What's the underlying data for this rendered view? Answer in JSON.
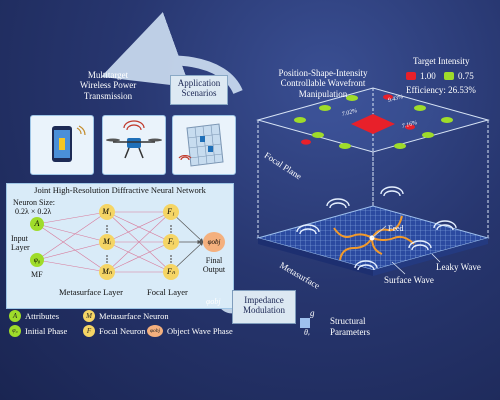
{
  "top_left": {
    "title_line1": "Multitarget",
    "title_line2": "Wireless Power",
    "title_line3": "Transmission"
  },
  "app": {
    "line1": "Application",
    "line2": "Scenarios"
  },
  "top_center": {
    "line1": "Position-Shape-Intensity",
    "line2": "Controllable Wavefront",
    "line3": "Manipulation"
  },
  "target": {
    "title": "Target Intensity",
    "val1": "1.00",
    "val2": "0.75",
    "efficiency": "Efficiency: 26.53%"
  },
  "focal": {
    "label": "Focal Plane",
    "pct1": "9.43%",
    "pct2": "7.02%",
    "pct3": "7.16%"
  },
  "dnn": {
    "title": "Joint High-Resolution Diffractive Neural Network",
    "neuron_size_1": "Neuron Size:",
    "neuron_size_2": "0.2λ × 0.2λ",
    "input_1": "Input",
    "input_2": "Layer",
    "a": "A",
    "phi0": "φ₀",
    "mf": "MF",
    "m1": "M₁",
    "mi": "Mᵢ",
    "mn": "Mₙ",
    "f1": "F₁",
    "fi": "Fᵢ",
    "fn": "Fₙ",
    "obj": "φobj",
    "final_1": "Final",
    "final_2": "Output",
    "meta_layer": "Metasurface Layer",
    "focal_layer": "Focal Layer"
  },
  "legend": {
    "attr": "Attributes",
    "attr_sym": "A",
    "meta": "Metasurface Neuron",
    "meta_sym": "M",
    "init": "Initial Phase",
    "init_sym": "φ₀",
    "focal": "Focal Neuron",
    "focal_sym": "F",
    "obj": "Object Wave Phase",
    "obj_sym": "φobj"
  },
  "impedance": {
    "line1": "Impedance",
    "line2": "Modulation",
    "phi": "φobj"
  },
  "struct": {
    "g": "g",
    "theta": "θᵥ",
    "line1": "Structural",
    "line2": "Parameters"
  },
  "meta_labels": {
    "feed": "Feed",
    "metasurface": "Metasurface",
    "surface_wave": "Surface Wave",
    "leaky_wave": "Leaky Wave"
  },
  "colors": {
    "red": "#e8202a",
    "green": "#9fdc2a",
    "dnn_bg": "#d9ebf8"
  }
}
